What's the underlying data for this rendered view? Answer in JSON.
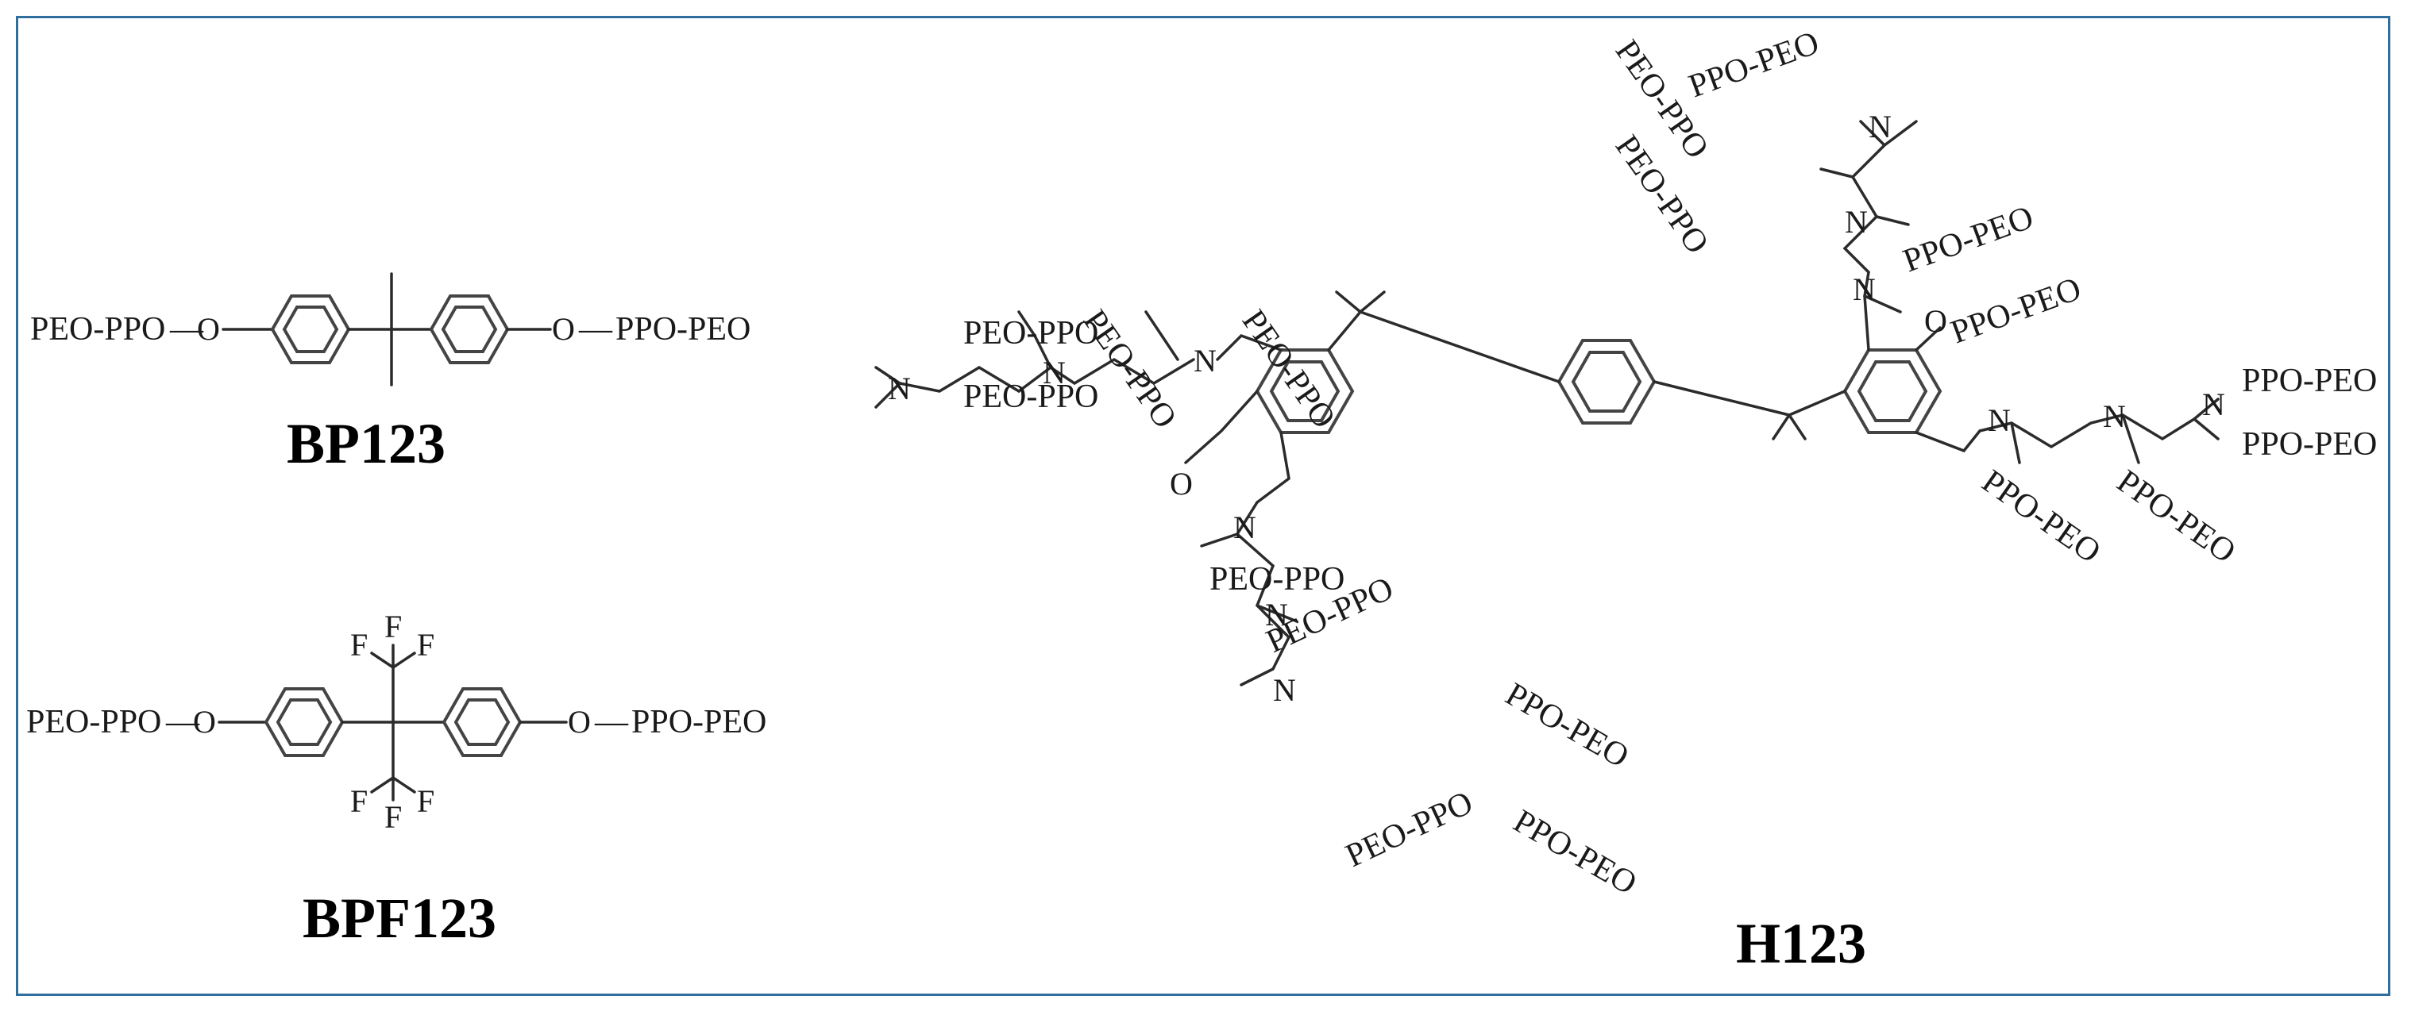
{
  "figure": {
    "border_color": "#2e6f9e"
  },
  "labels": {
    "peo_ppo": "PEO-PPO",
    "ppo_peo": "PPO-PEO",
    "o": "O",
    "n": "N",
    "f": "F"
  },
  "molecules": [
    {
      "id": "bp123",
      "name": "BP123"
    },
    {
      "id": "bpf123",
      "name": "BPF123"
    },
    {
      "id": "h123",
      "name": "H123"
    }
  ]
}
